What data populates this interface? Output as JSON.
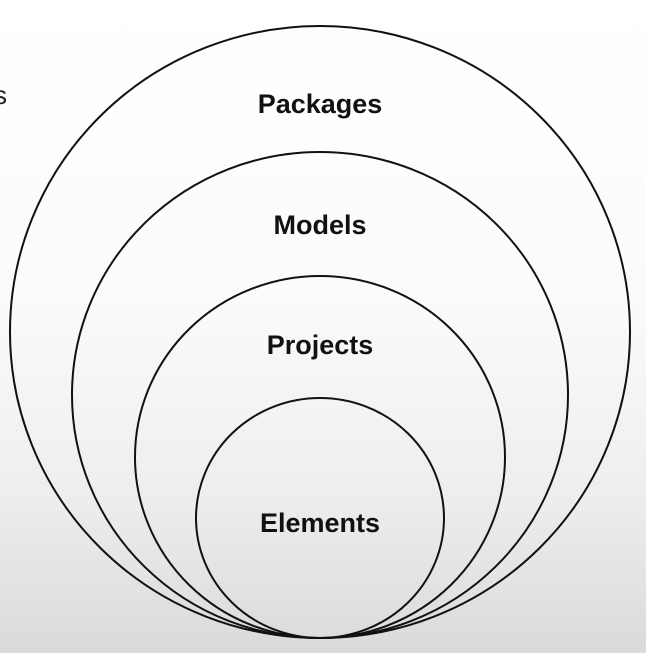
{
  "diagram": {
    "type": "nested-containment",
    "levels": [
      {
        "label": "Packages"
      },
      {
        "label": "Models"
      },
      {
        "label": "Projects"
      },
      {
        "label": "Elements"
      }
    ],
    "colors": {
      "stroke": "#111111",
      "text": "#111111",
      "background_top": "#ffffff",
      "background_bottom": "#dadada"
    }
  },
  "edge_fragment": "s"
}
